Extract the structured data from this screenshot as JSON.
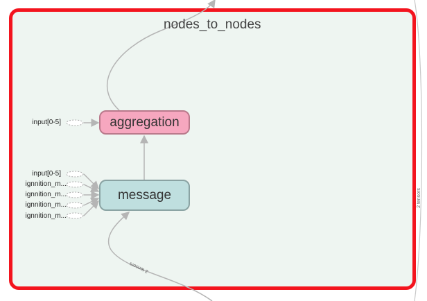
{
  "group": {
    "title": "nodes_to_nodes"
  },
  "nodes": {
    "aggregation": {
      "label": "aggregation"
    },
    "message": {
      "label": "message"
    }
  },
  "inputs": {
    "aggregation": [
      {
        "label": "input[0-5]"
      }
    ],
    "message": [
      {
        "label": "input[0-5]"
      },
      {
        "label": "ignnition_m..."
      },
      {
        "label": "ignnition_m..."
      },
      {
        "label": "ignnition_m..."
      },
      {
        "label": "ignnition_m..."
      }
    ]
  },
  "edge_labels": {
    "bottom": "2 tensors",
    "right": "2 tensors"
  },
  "colors": {
    "group_border": "#f3141e",
    "group_fill": "#eef5f1",
    "aggregation_fill": "#f6a7bf",
    "message_fill": "#bfdfdf",
    "edge": "#b5b5b5"
  }
}
